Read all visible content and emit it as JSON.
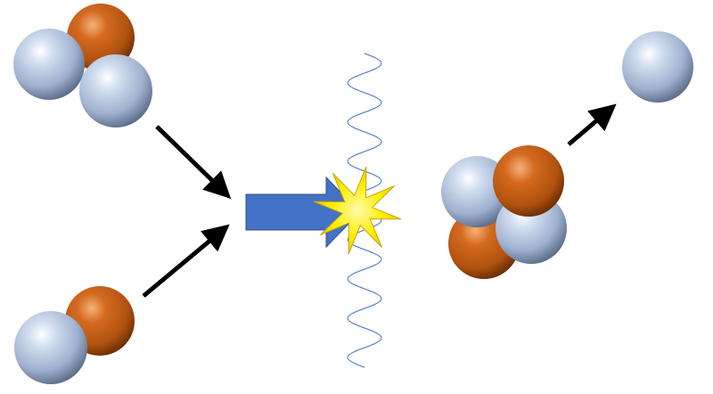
{
  "diagram": {
    "colors": {
      "light_atom": "#b4c4de",
      "heavy_atom": "#c65c14",
      "arrow": "#000000",
      "reaction_arrow": "#4472c4",
      "collision_star": "#ffee00",
      "wave": "#4472c4"
    },
    "icons": [
      "sphere-light",
      "sphere-heavy",
      "arrow",
      "block-arrow",
      "star-burst",
      "wave"
    ]
  }
}
